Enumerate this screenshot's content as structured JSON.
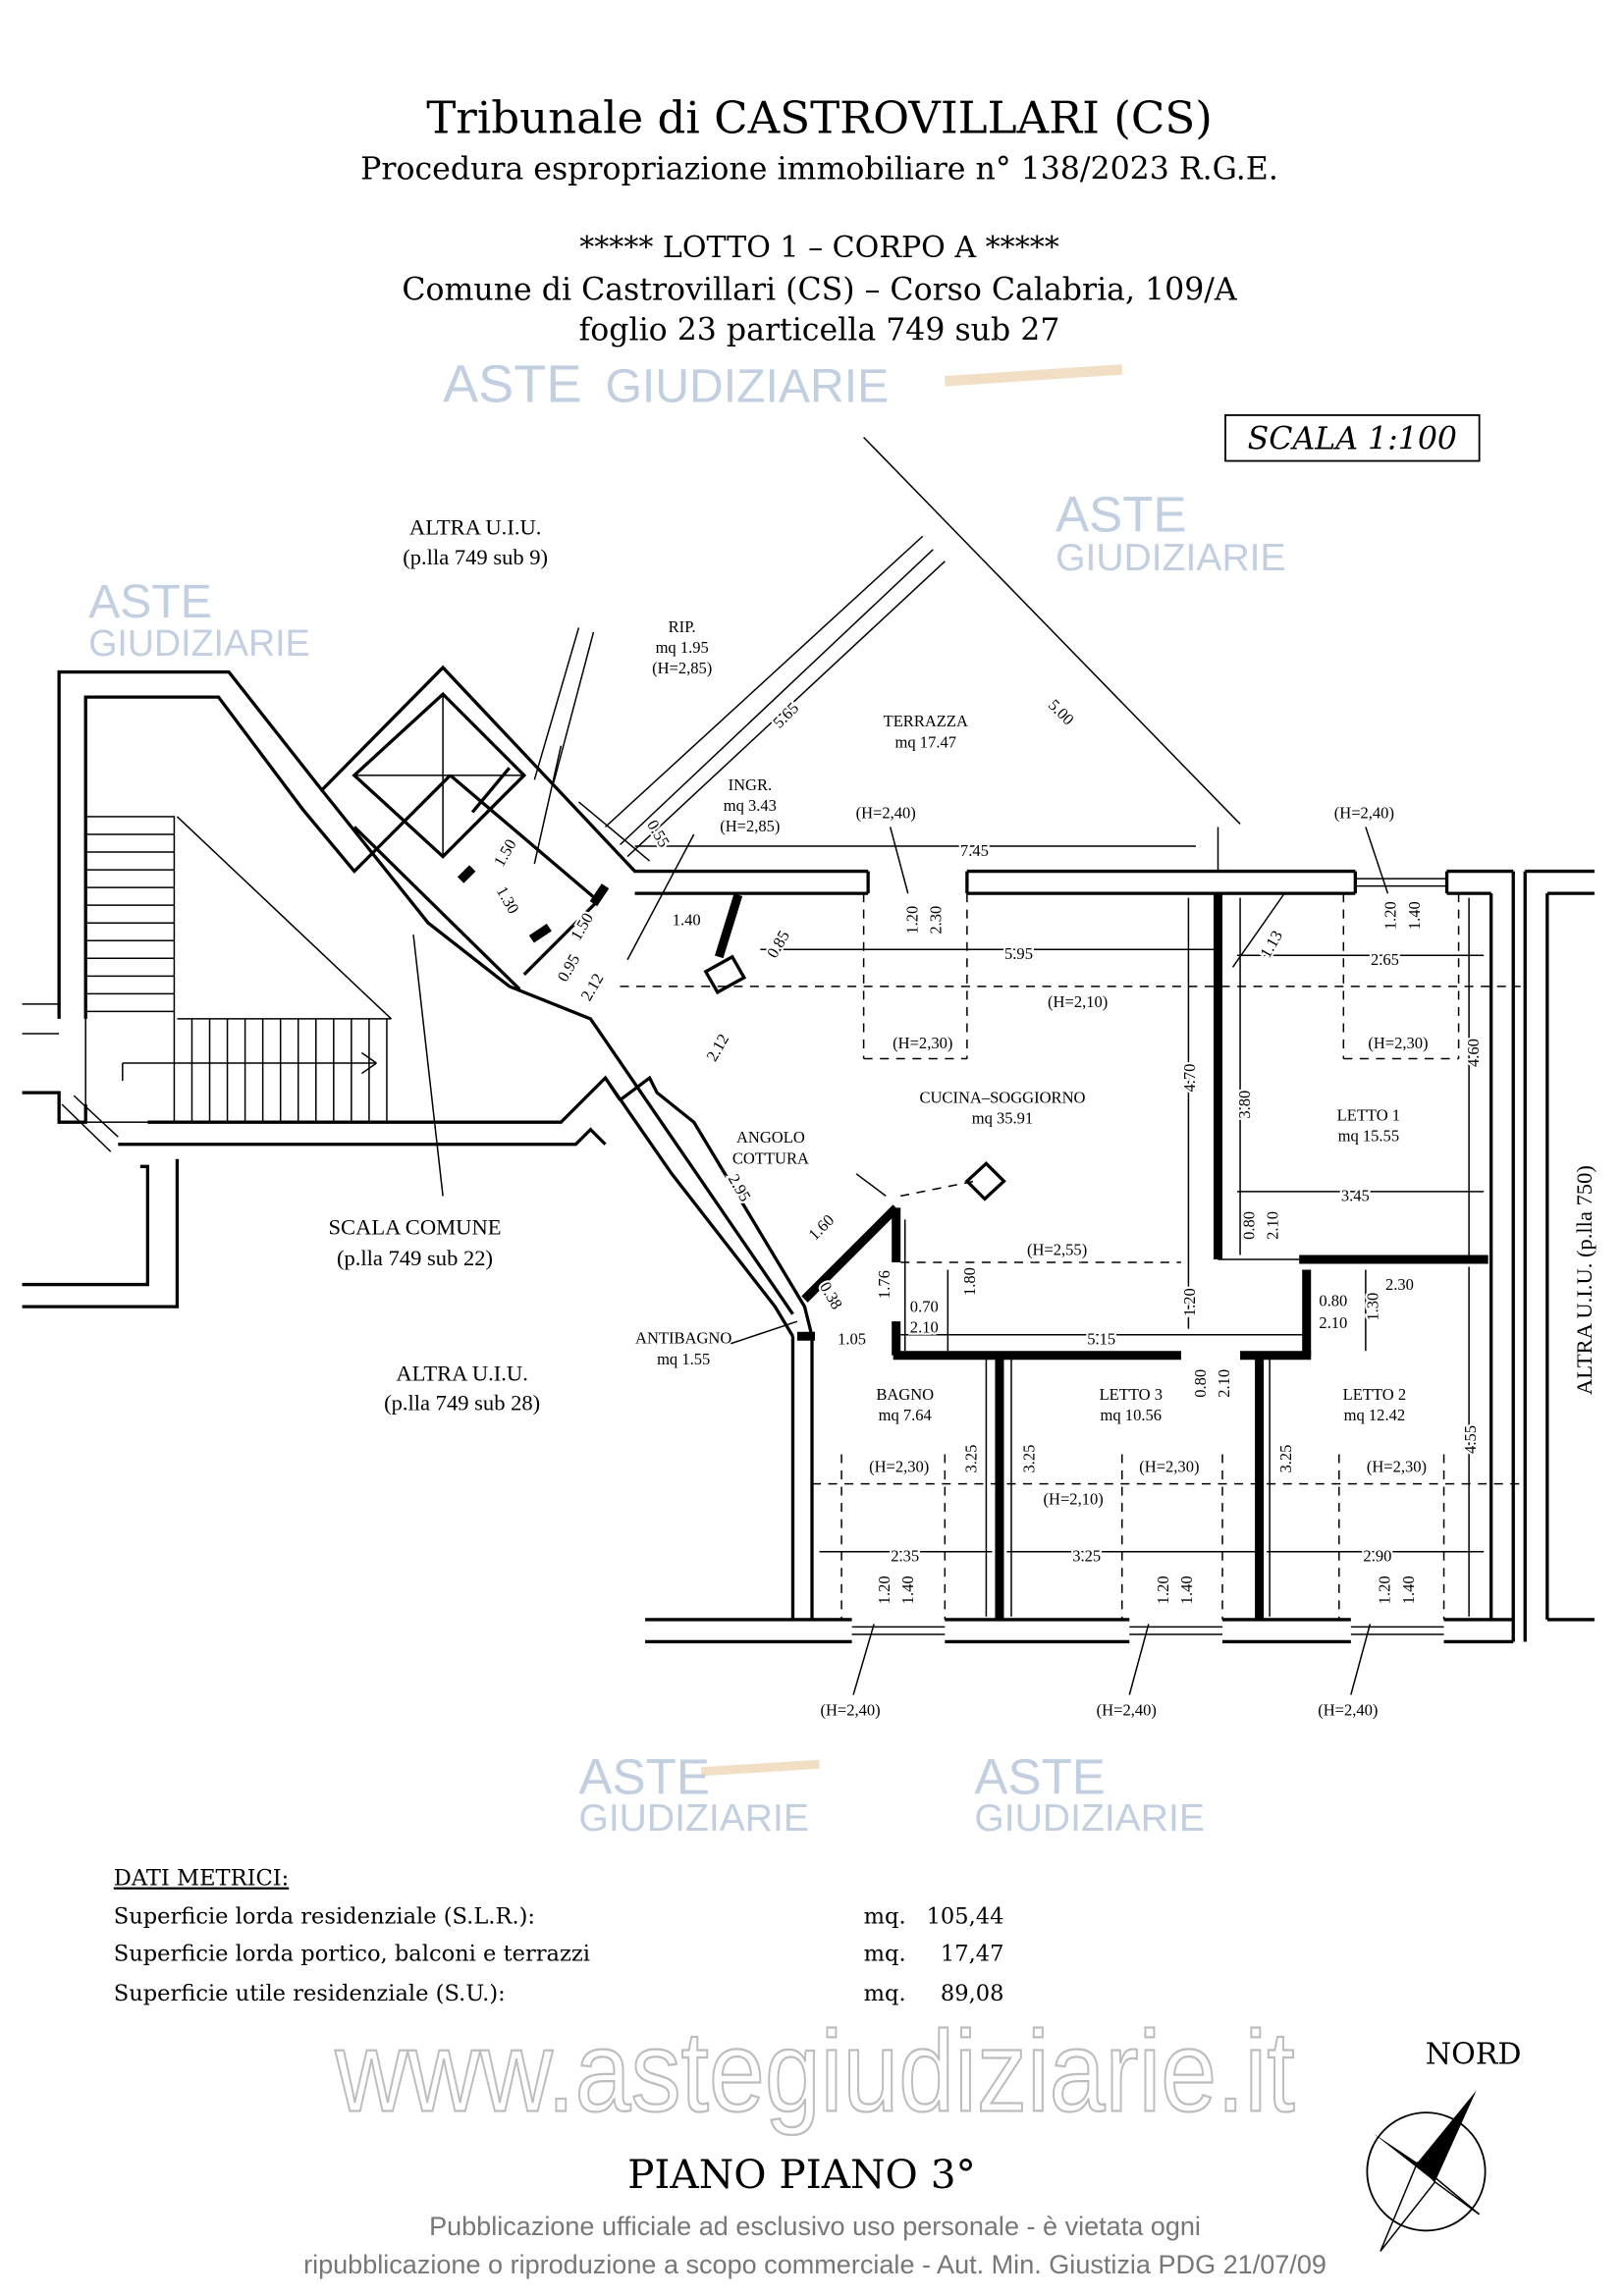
{
  "header": {
    "title": "Tribunale di CASTROVILLARI (CS)",
    "procedure": "Procedura espropriazione immobiliare n° 138/2023 R.G.E.",
    "lotto": "***** LOTTO 1 – CORPO A *****",
    "comune": "Comune di Castrovillari (CS) – Corso Calabria, 109/A",
    "foglio": "foglio 23 particella 749 sub 27"
  },
  "scale": "SCALA 1:100",
  "watermark": {
    "aste": "ASTE",
    "giudiziarie": "GIUDIZIARIE",
    "site": "www.astegiudiziarie.it"
  },
  "neighbors": {
    "sub9": [
      "ALTRA U.I.U.",
      "(p.lla 749 sub 9)"
    ],
    "sub22": [
      "SCALA COMUNE",
      "(p.lla 749 sub 22)"
    ],
    "sub28": [
      "ALTRA U.I.U.",
      "(p.lla 749 sub 28)"
    ],
    "p750": "ALTRA U.I.U. (p.lla 750)"
  },
  "rooms": {
    "rip": [
      "RIP.",
      "mq 1.95",
      "(H=2,85)"
    ],
    "ingr": [
      "INGR.",
      "mq 3.43",
      "(H=2,85)"
    ],
    "terrazza": [
      "TERRAZZA",
      "mq 17.47"
    ],
    "cucina": [
      "CUCINA–SOGGIORNO",
      "mq 35.91"
    ],
    "angolo": [
      "ANGOLO",
      "COTTURA"
    ],
    "letto1": [
      "LETTO 1",
      "mq 15.55"
    ],
    "antibagno": [
      "ANTIBAGNO",
      "mq 1.55"
    ],
    "bagno": [
      "BAGNO",
      "mq 7.64"
    ],
    "letto3": [
      "LETTO 3",
      "mq 10.56"
    ],
    "letto2": [
      "LETTO 2",
      "mq 12.42"
    ]
  },
  "dims": [
    "0.55",
    "1.50",
    "1.30",
    "1.50",
    "0.95",
    "2.12",
    "1.40",
    "0.85",
    "2.12",
    "2.95",
    "1.60",
    "0.38",
    "1.05",
    "5.65",
    "5.00",
    "7.45",
    "1.20",
    "2.30",
    "5.95",
    "4.70",
    "1.13",
    "3.80",
    "2.65",
    "1.20",
    "1.40",
    "4.60",
    "3.45",
    "0.80",
    "2.10",
    "2.30",
    "0.80",
    "2.10",
    "1.30",
    "1.76",
    "1.80",
    "0.70",
    "2.10",
    "1.20",
    "5.15",
    "0.80",
    "2.10",
    "3.25",
    "3.25",
    "3.25",
    "4.55",
    "2.35",
    "3.25",
    "2.90",
    "1.20",
    "1.40",
    "1.20",
    "1.40",
    "1.20",
    "1.40"
  ],
  "heights": [
    "(H=2,40)",
    "(H=2,40)",
    "(H=2,10)",
    "(H=2,30)",
    "(H=2,30)",
    "(H=2,55)",
    "(H=2,30)",
    "(H=2,30)",
    "(H=2,30)",
    "(H=2,10)",
    "(H=2,40)",
    "(H=2,40)",
    "(H=2,40)"
  ],
  "metrics": {
    "title": "DATI METRICI:",
    "rows": [
      {
        "label": "Superficie lorda residenziale (S.L.R.):",
        "unit": "mq.",
        "value": "105,44"
      },
      {
        "label": "Superficie lorda portico, balconi e terrazzi",
        "unit": "mq.",
        "value": "17,47"
      },
      {
        "label": "Superficie utile residenziale (S.U.):",
        "unit": "mq.",
        "value": "89,08"
      }
    ]
  },
  "floor": "PIANO PIANO 3°",
  "north": "NORD",
  "footer": [
    "Pubblicazione ufficiale ad esclusivo uso personale - è vietata ogni",
    "ripubblicazione o riproduzione a scopo commerciale - Aut. Min. Giustizia PDG 21/07/09"
  ]
}
